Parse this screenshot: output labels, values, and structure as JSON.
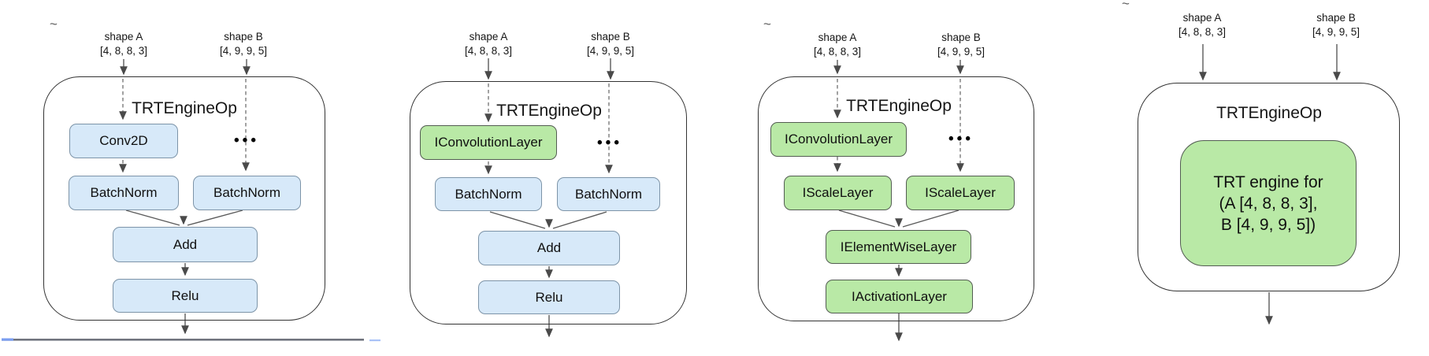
{
  "colors": {
    "tf_node_fill": "#d7e9f9",
    "tf_node_border": "#7d94a8",
    "trt_node_fill": "#b9e9a6",
    "trt_node_border": "#535d52",
    "container_border": "#333333",
    "arrow": "#5a5a5a",
    "progress_track": "#70747e",
    "progress_played": "#7b9ef0",
    "progress_marker": "#a9c2f7"
  },
  "shared": {
    "input_a_label": "shape A",
    "input_a_shape": "[4, 8, 8, 3]",
    "input_b_label": "shape B",
    "input_b_shape": "[4, 9, 9, 5]",
    "ellipsis": "•••",
    "squiggle": "~"
  },
  "panels": [
    {
      "title": "TRTEngineOp",
      "nodes": {
        "top_left": "Conv2D",
        "mid_left": "BatchNorm",
        "mid_right": "BatchNorm",
        "merge": "Add",
        "activation": "Relu"
      }
    },
    {
      "title": "TRTEngineOp",
      "nodes": {
        "top_left": "IConvolutionLayer",
        "mid_left": "BatchNorm",
        "mid_right": "BatchNorm",
        "merge": "Add",
        "activation": "Relu"
      }
    },
    {
      "title": "TRTEngineOp",
      "nodes": {
        "top_left": "IConvolutionLayer",
        "mid_left": "IScaleLayer",
        "mid_right": "IScaleLayer",
        "merge": "IElementWiseLayer",
        "activation": "IActivationLayer"
      }
    },
    {
      "title": "TRTEngineOp",
      "engine": {
        "line1": "TRT engine for",
        "line2": "(A [4, 8, 8, 3],",
        "line3": "B [4, 9, 9, 5])"
      }
    }
  ]
}
